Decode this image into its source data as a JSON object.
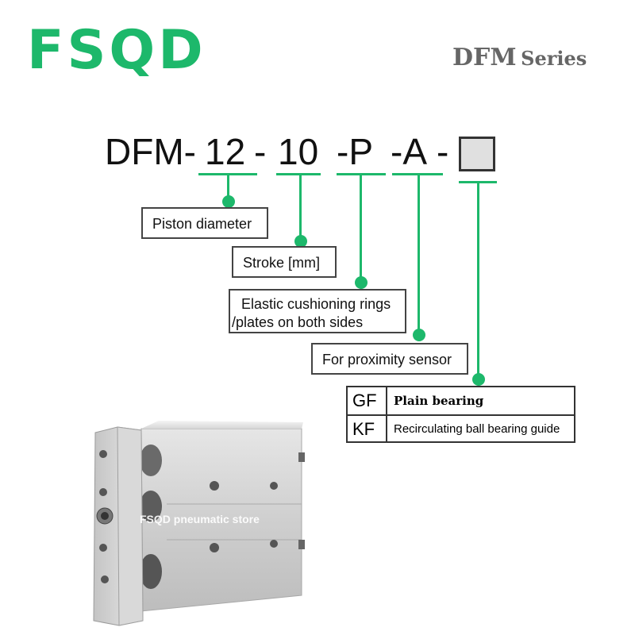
{
  "colors": {
    "brand_green": "#1db86b",
    "line_green": "#1db86b",
    "series_gray": "#666666"
  },
  "brand": "FSQD",
  "series": {
    "main": "DFM",
    "suffix": "Series"
  },
  "model_code": {
    "prefix": "DFM-",
    "diameter": "12",
    "sep1": "-",
    "stroke": "10",
    "cushion": "-P",
    "sensor": "-A",
    "sep2": "-"
  },
  "labels": {
    "diameter": "Piston diameter",
    "stroke": "Stroke [mm]",
    "cushion_line1": "Elastic cushioning rings",
    "cushion_line2": "/plates on both sides",
    "sensor": "For proximity sensor"
  },
  "guide_options": [
    {
      "code": "GF",
      "description": "Plain bearing"
    },
    {
      "code": "KF",
      "description": "Recirculating ball bearing guide"
    }
  ],
  "product_image": {
    "description_icon": "pneumatic-cylinder-photo",
    "watermark": "FSQD pneumatic store"
  }
}
